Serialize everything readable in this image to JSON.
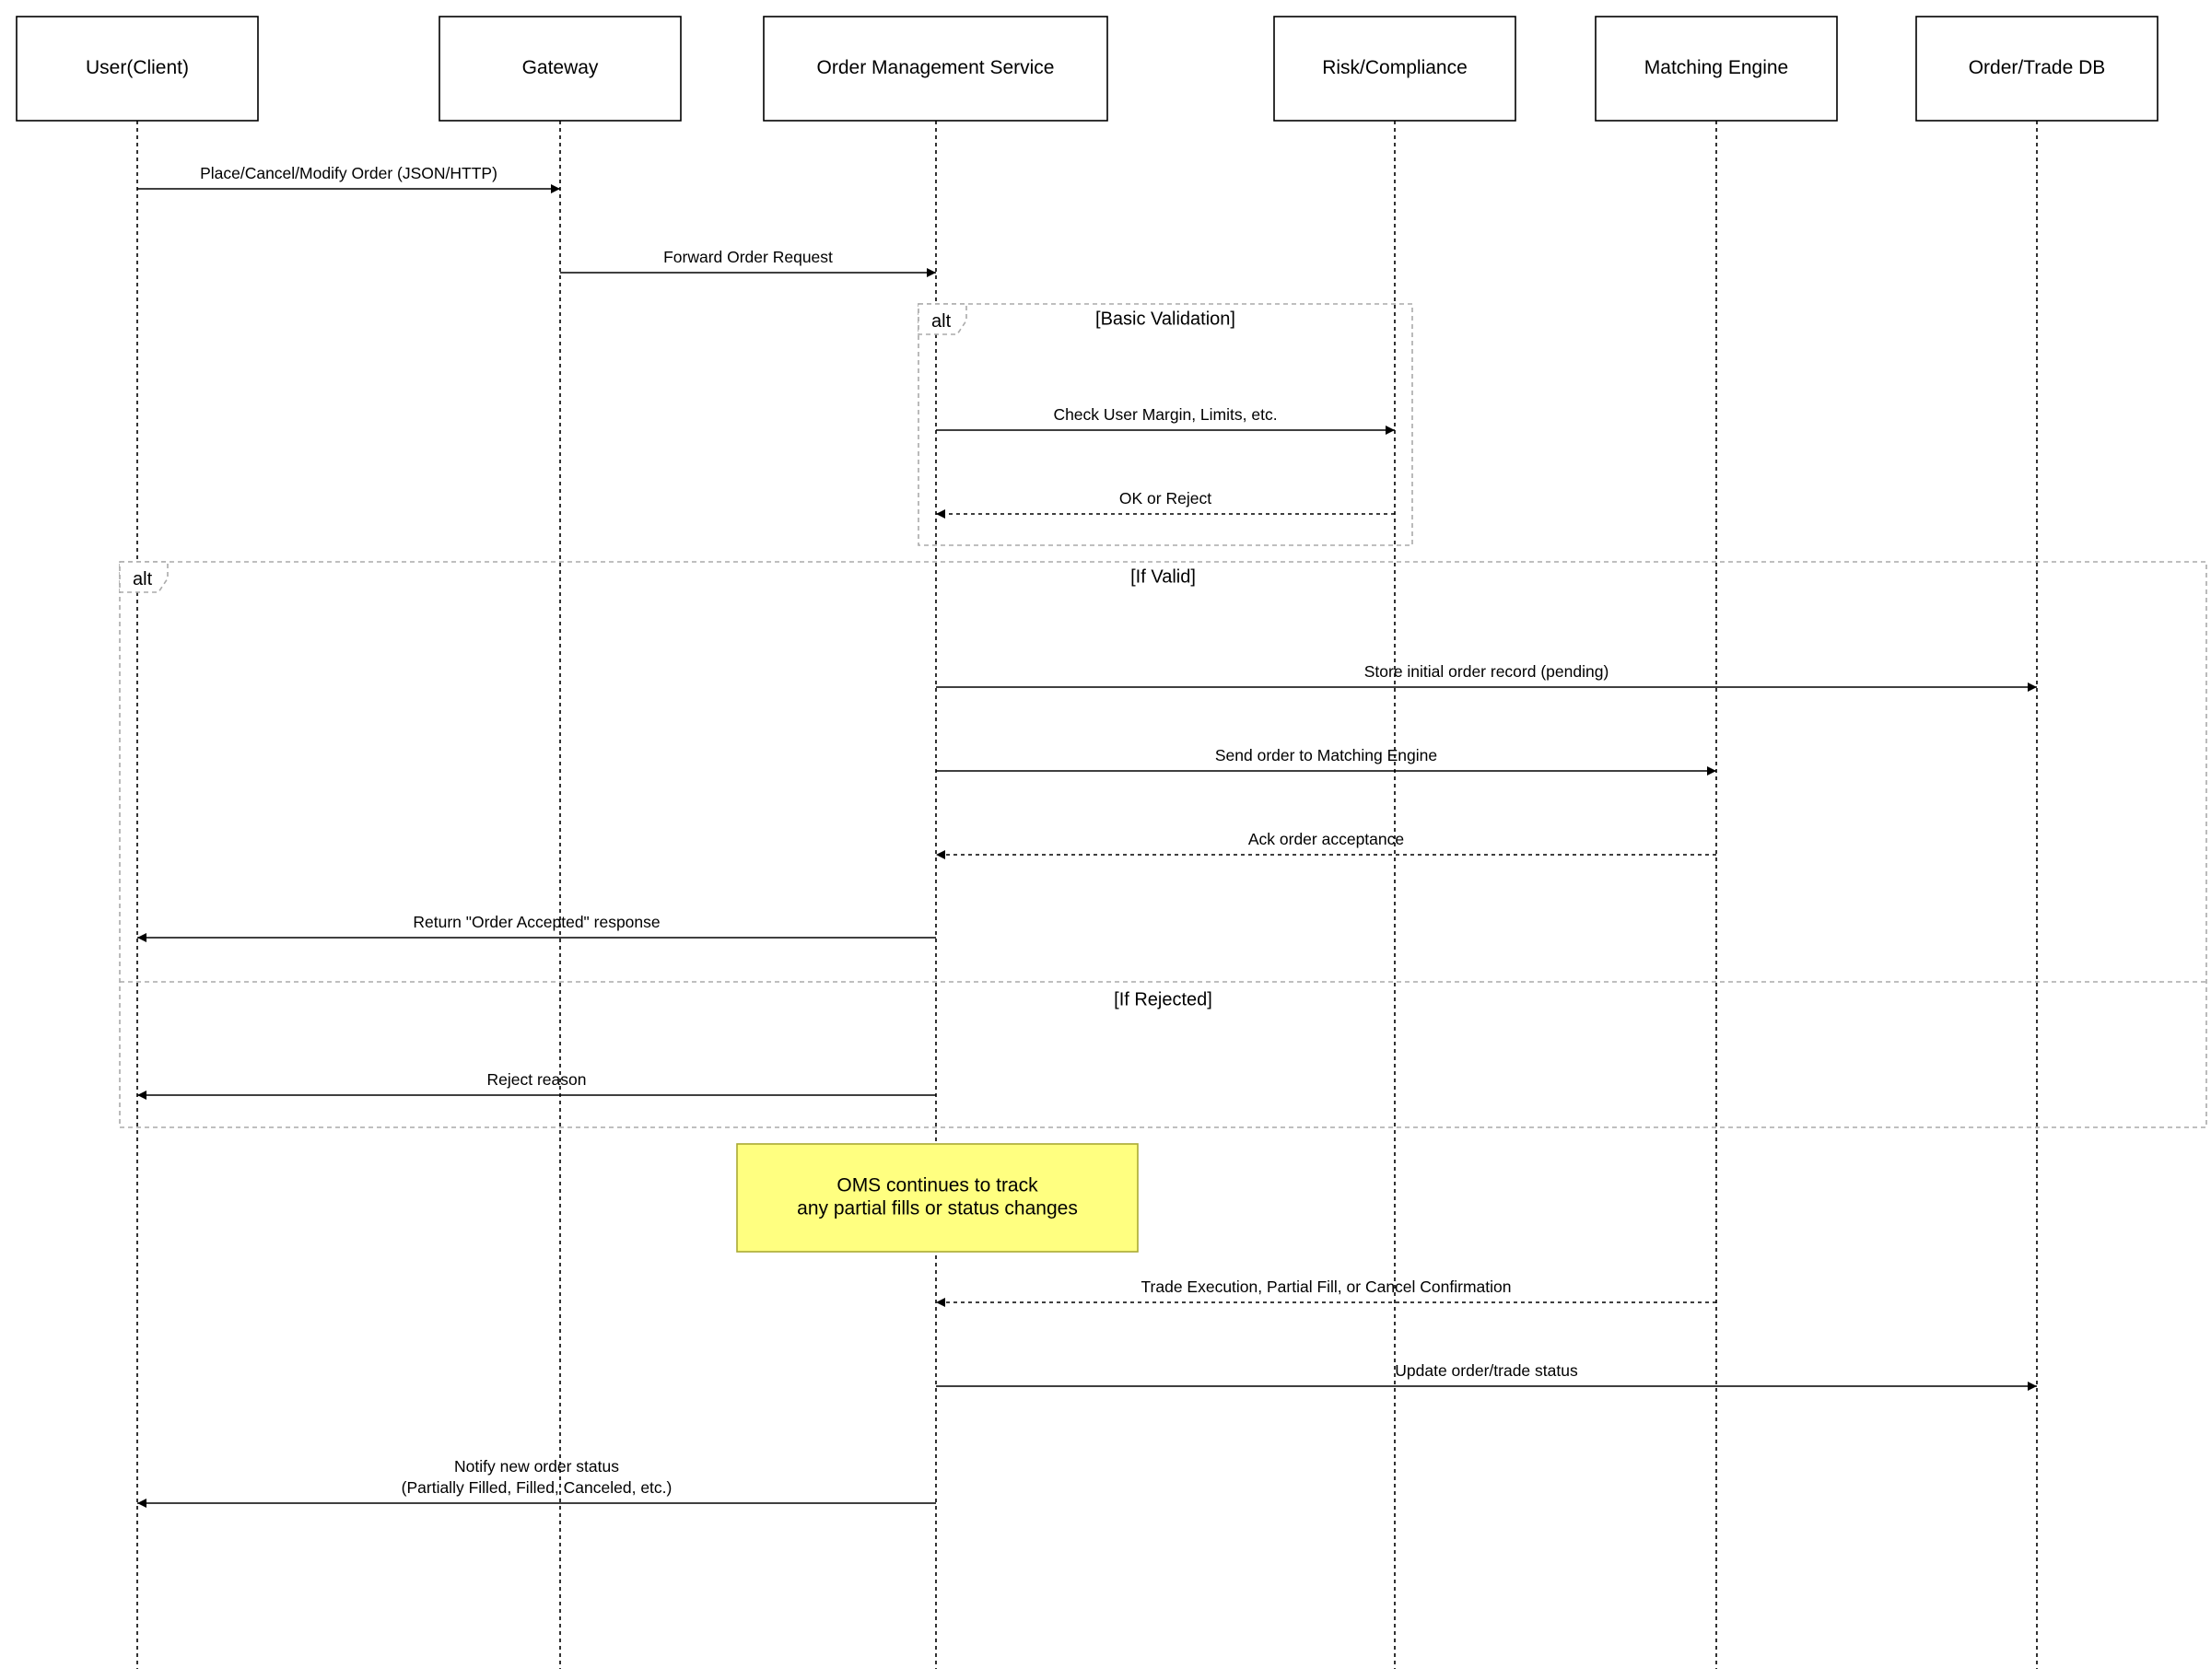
{
  "participants": [
    {
      "id": "user",
      "label": "User(Client)"
    },
    {
      "id": "gateway",
      "label": "Gateway"
    },
    {
      "id": "oms",
      "label": "Order Management Service"
    },
    {
      "id": "risk",
      "label": "Risk/Compliance"
    },
    {
      "id": "engine",
      "label": "Matching Engine"
    },
    {
      "id": "db",
      "label": "Order/Trade DB"
    }
  ],
  "messages": [
    {
      "from": "user",
      "to": "gateway",
      "style": "solid",
      "lines": [
        "Place/Cancel/Modify Order (JSON/HTTP)"
      ]
    },
    {
      "from": "gateway",
      "to": "oms",
      "style": "solid",
      "lines": [
        "Forward Order Request"
      ]
    },
    {
      "from": "oms",
      "to": "risk",
      "style": "solid",
      "lines": [
        "Check User Margin, Limits, etc."
      ]
    },
    {
      "from": "risk",
      "to": "oms",
      "style": "dashed",
      "lines": [
        "OK or Reject"
      ]
    },
    {
      "from": "oms",
      "to": "db",
      "style": "solid",
      "lines": [
        "Store initial order record (pending)"
      ]
    },
    {
      "from": "oms",
      "to": "engine",
      "style": "solid",
      "lines": [
        "Send order to Matching Engine"
      ]
    },
    {
      "from": "engine",
      "to": "oms",
      "style": "dashed",
      "lines": [
        "Ack order acceptance"
      ]
    },
    {
      "from": "oms",
      "to": "user",
      "style": "solid",
      "lines": [
        "Return \"Order Accepted\" response"
      ]
    },
    {
      "from": "oms",
      "to": "user",
      "style": "solid",
      "lines": [
        "Reject reason"
      ]
    },
    {
      "from": "engine",
      "to": "oms",
      "style": "dashed",
      "lines": [
        "Trade Execution, Partial Fill, or Cancel Confirmation"
      ]
    },
    {
      "from": "oms",
      "to": "db",
      "style": "solid",
      "lines": [
        "Update order/trade status"
      ]
    },
    {
      "from": "oms",
      "to": "user",
      "style": "solid",
      "lines": [
        "Notify new order status",
        "(Partially Filled, Filled, Canceled, etc.)"
      ]
    }
  ],
  "frames": [
    {
      "kind": "alt",
      "sections": [
        "[Basic Validation]"
      ]
    },
    {
      "kind": "alt",
      "sections": [
        "[If Valid]",
        "[If Rejected]"
      ]
    }
  ],
  "note": {
    "lines": [
      "OMS continues to track",
      "any partial fills or status changes"
    ],
    "fill": "#ffff80",
    "border": "#aaaa33"
  },
  "colors": {
    "line": "#000000",
    "frame_border": "#aaaaaa",
    "actor_border": "#000000",
    "actor_fill": "#ffffff"
  }
}
